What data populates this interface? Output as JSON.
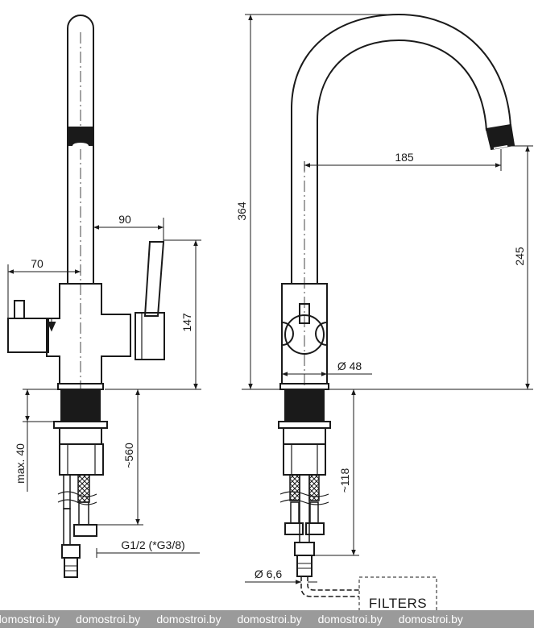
{
  "diagram": {
    "side_view": {
      "dims": {
        "spout_reach": "90",
        "body_width": "70",
        "height_147": "147",
        "max_thickness": "max. 40",
        "hose_length": "~560",
        "thread": "G1/2 (*G3/8)"
      }
    },
    "front_view": {
      "dims": {
        "total_height": "364",
        "spout_reach": "185",
        "spout_height": "245",
        "body_diameter": "Ø 48",
        "shank_length": "~118",
        "tube_diameter": "Ø 6,6"
      },
      "filters_label": "FILTERS"
    }
  },
  "watermark": {
    "text": "domostroi.by",
    "repeats": [
      "domostroi.by",
      "domostroi.by",
      "domostroi.by",
      "domostroi.by",
      "domostroi.by",
      "domostroi.by"
    ]
  }
}
